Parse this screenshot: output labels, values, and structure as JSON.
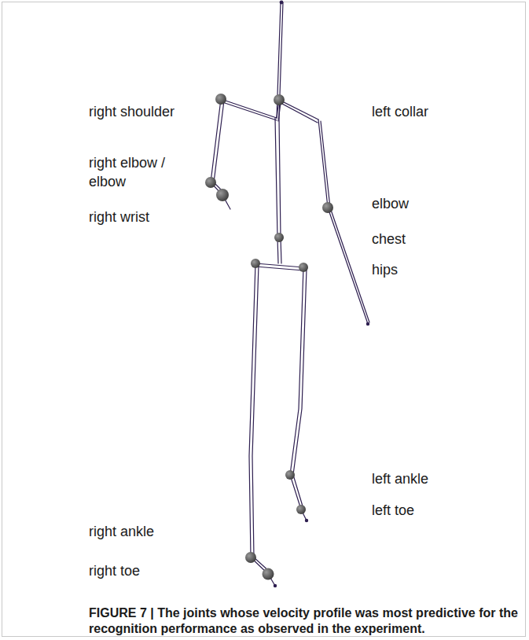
{
  "diagram": {
    "caption": "FIGURE 7 | The joints whose velocity profile was most predictive for the recognition performance as observed in the experiment.",
    "labels": [
      "right shoulder",
      "left collar",
      "right elbow / elbow",
      "elbow",
      "right wrist",
      "chest",
      "hips",
      "left ankle",
      "right ankle",
      "left toe",
      "right toe"
    ]
  }
}
